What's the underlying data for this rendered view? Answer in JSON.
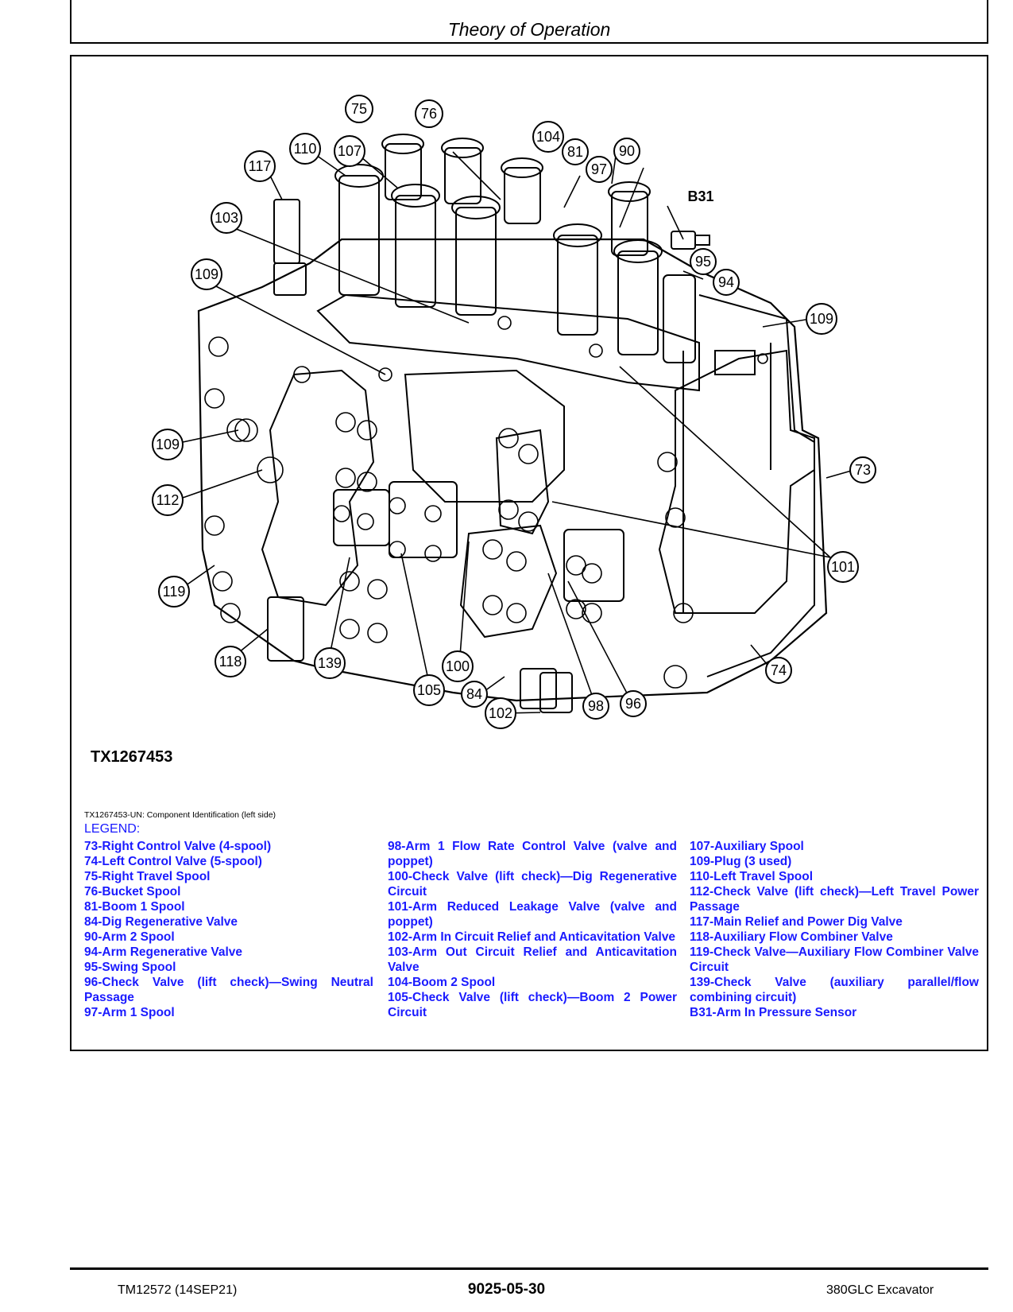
{
  "header": {
    "title": "Theory of Operation"
  },
  "figure": {
    "id": "TX1267453",
    "callouts": [
      "75",
      "76",
      "104",
      "81",
      "90",
      "110",
      "107",
      "97",
      "117",
      "B31",
      "103",
      "95",
      "94",
      "109",
      "109",
      "109",
      "73",
      "112",
      "101",
      "119",
      "118",
      "139",
      "105",
      "100",
      "84",
      "102",
      "98",
      "96",
      "74"
    ]
  },
  "caption": "TX1267453-UN: Component Identification (left side)",
  "legend": {
    "title": "LEGEND:",
    "columns": [
      [
        "73-Right Control Valve (4-spool)",
        "74-Left Control Valve (5-spool)",
        "75-Right Travel Spool",
        "76-Bucket Spool",
        "81-Boom 1 Spool",
        "84-Dig Regenerative Valve",
        "90-Arm 2 Spool",
        "94-Arm Regenerative Valve",
        "95-Swing Spool",
        "96-Check Valve (lift check)—Swing Neutral Passage",
        "97-Arm 1 Spool"
      ],
      [
        "98-Arm 1 Flow Rate Control Valve (valve and poppet)",
        "100-Check Valve (lift check)—Dig Regenerative Circuit",
        "101-Arm Reduced Leakage Valve (valve and poppet)",
        "102-Arm In Circuit Relief and Anticavitation Valve",
        "103-Arm Out Circuit Relief and Anticavitation Valve",
        "104-Boom 2 Spool",
        "105-Check Valve (lift check)—Boom 2 Power Circuit"
      ],
      [
        "107-Auxiliary Spool",
        "109-Plug (3 used)",
        "110-Left Travel Spool",
        "112-Check Valve (lift check)—Left Travel Power Passage",
        "117-Main Relief and Power Dig Valve",
        "118-Auxiliary Flow Combiner Valve",
        "119-Check Valve—Auxiliary Flow Combiner Valve Circuit",
        "139-Check Valve (auxiliary parallel/flow combining circuit)",
        "B31-Arm In Pressure Sensor"
      ]
    ]
  },
  "footer": {
    "left": "TM12572 (14SEP21)",
    "center": "9025-05-30",
    "right": "380GLC Excavator"
  }
}
